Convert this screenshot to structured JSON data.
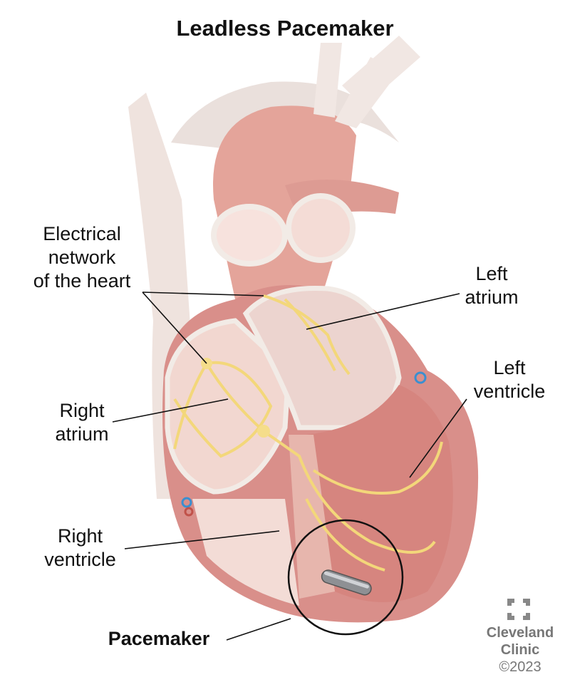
{
  "title": "Leadless Pacemaker",
  "labels": {
    "electrical_network": [
      "Electrical",
      "network",
      "of the heart"
    ],
    "left_atrium": [
      "Left",
      "atrium"
    ],
    "left_ventricle": [
      "Left",
      "ventricle"
    ],
    "right_atrium": [
      "Right",
      "atrium"
    ],
    "right_ventricle": [
      "Right",
      "ventricle"
    ],
    "pacemaker": "Pacemaker"
  },
  "logo": {
    "line1": "Cleveland",
    "line2": "Clinic",
    "copyright": "©2023"
  },
  "colors": {
    "muscle": "#d98f8a",
    "vessel": "#e8aaa0",
    "vein": "#efe3de",
    "nerve": "#f3d77a",
    "text": "#111111",
    "logo": "#777777"
  }
}
